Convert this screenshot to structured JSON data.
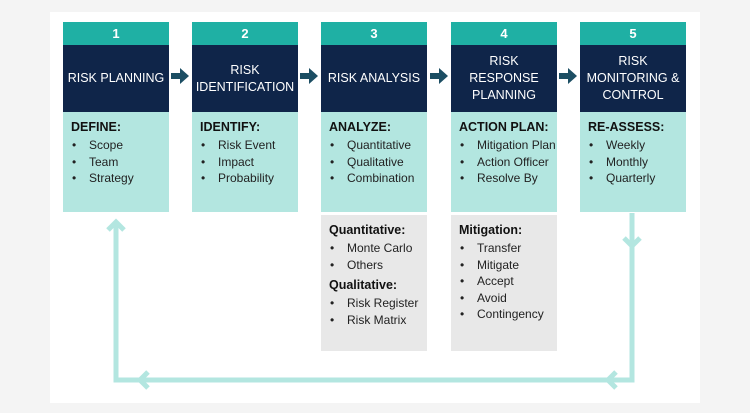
{
  "colors": {
    "number_band": "#1fb0a4",
    "header": "#0f2549",
    "body": "#b3e6e0",
    "detail": "#e8e8e8",
    "arrow": "#1c4e63",
    "loop": "#b3e6e0"
  },
  "steps": [
    {
      "number": "1",
      "title": "RISK PLANNING",
      "heading": "DEFINE:",
      "items": [
        "Scope",
        "Team",
        "Strategy"
      ]
    },
    {
      "number": "2",
      "title": "RISK IDENTIFICATION",
      "heading": "IDENTIFY:",
      "items": [
        "Risk Event",
        "Impact",
        "Probability"
      ]
    },
    {
      "number": "3",
      "title": "RISK ANALYSIS",
      "heading": "ANALYZE:",
      "items": [
        "Quantitative",
        "Qualitative",
        "Combination"
      ]
    },
    {
      "number": "4",
      "title": "RISK RESPONSE PLANNING",
      "heading": "ACTION PLAN:",
      "items": [
        "Mitigation Plan",
        "Action Officer",
        "Resolve By"
      ]
    },
    {
      "number": "5",
      "title": "RISK MONITORING & CONTROL",
      "heading": "RE-ASSESS:",
      "items": [
        "Weekly",
        "Monthly",
        "Quarterly"
      ]
    }
  ],
  "analysis_details": {
    "quantitative_heading": "Quantitative:",
    "quantitative_items": [
      "Monte Carlo",
      "Others"
    ],
    "qualitative_heading": "Qualitative:",
    "qualitative_items": [
      "Risk Register",
      "Risk Matrix"
    ]
  },
  "response_details": {
    "heading": "Mitigation:",
    "items": [
      "Transfer",
      "Mitigate",
      "Accept",
      "Avoid",
      "Contingency"
    ]
  },
  "icons": {
    "flow_arrow": "arrow-right-icon",
    "loop": "feedback-loop-icon"
  }
}
